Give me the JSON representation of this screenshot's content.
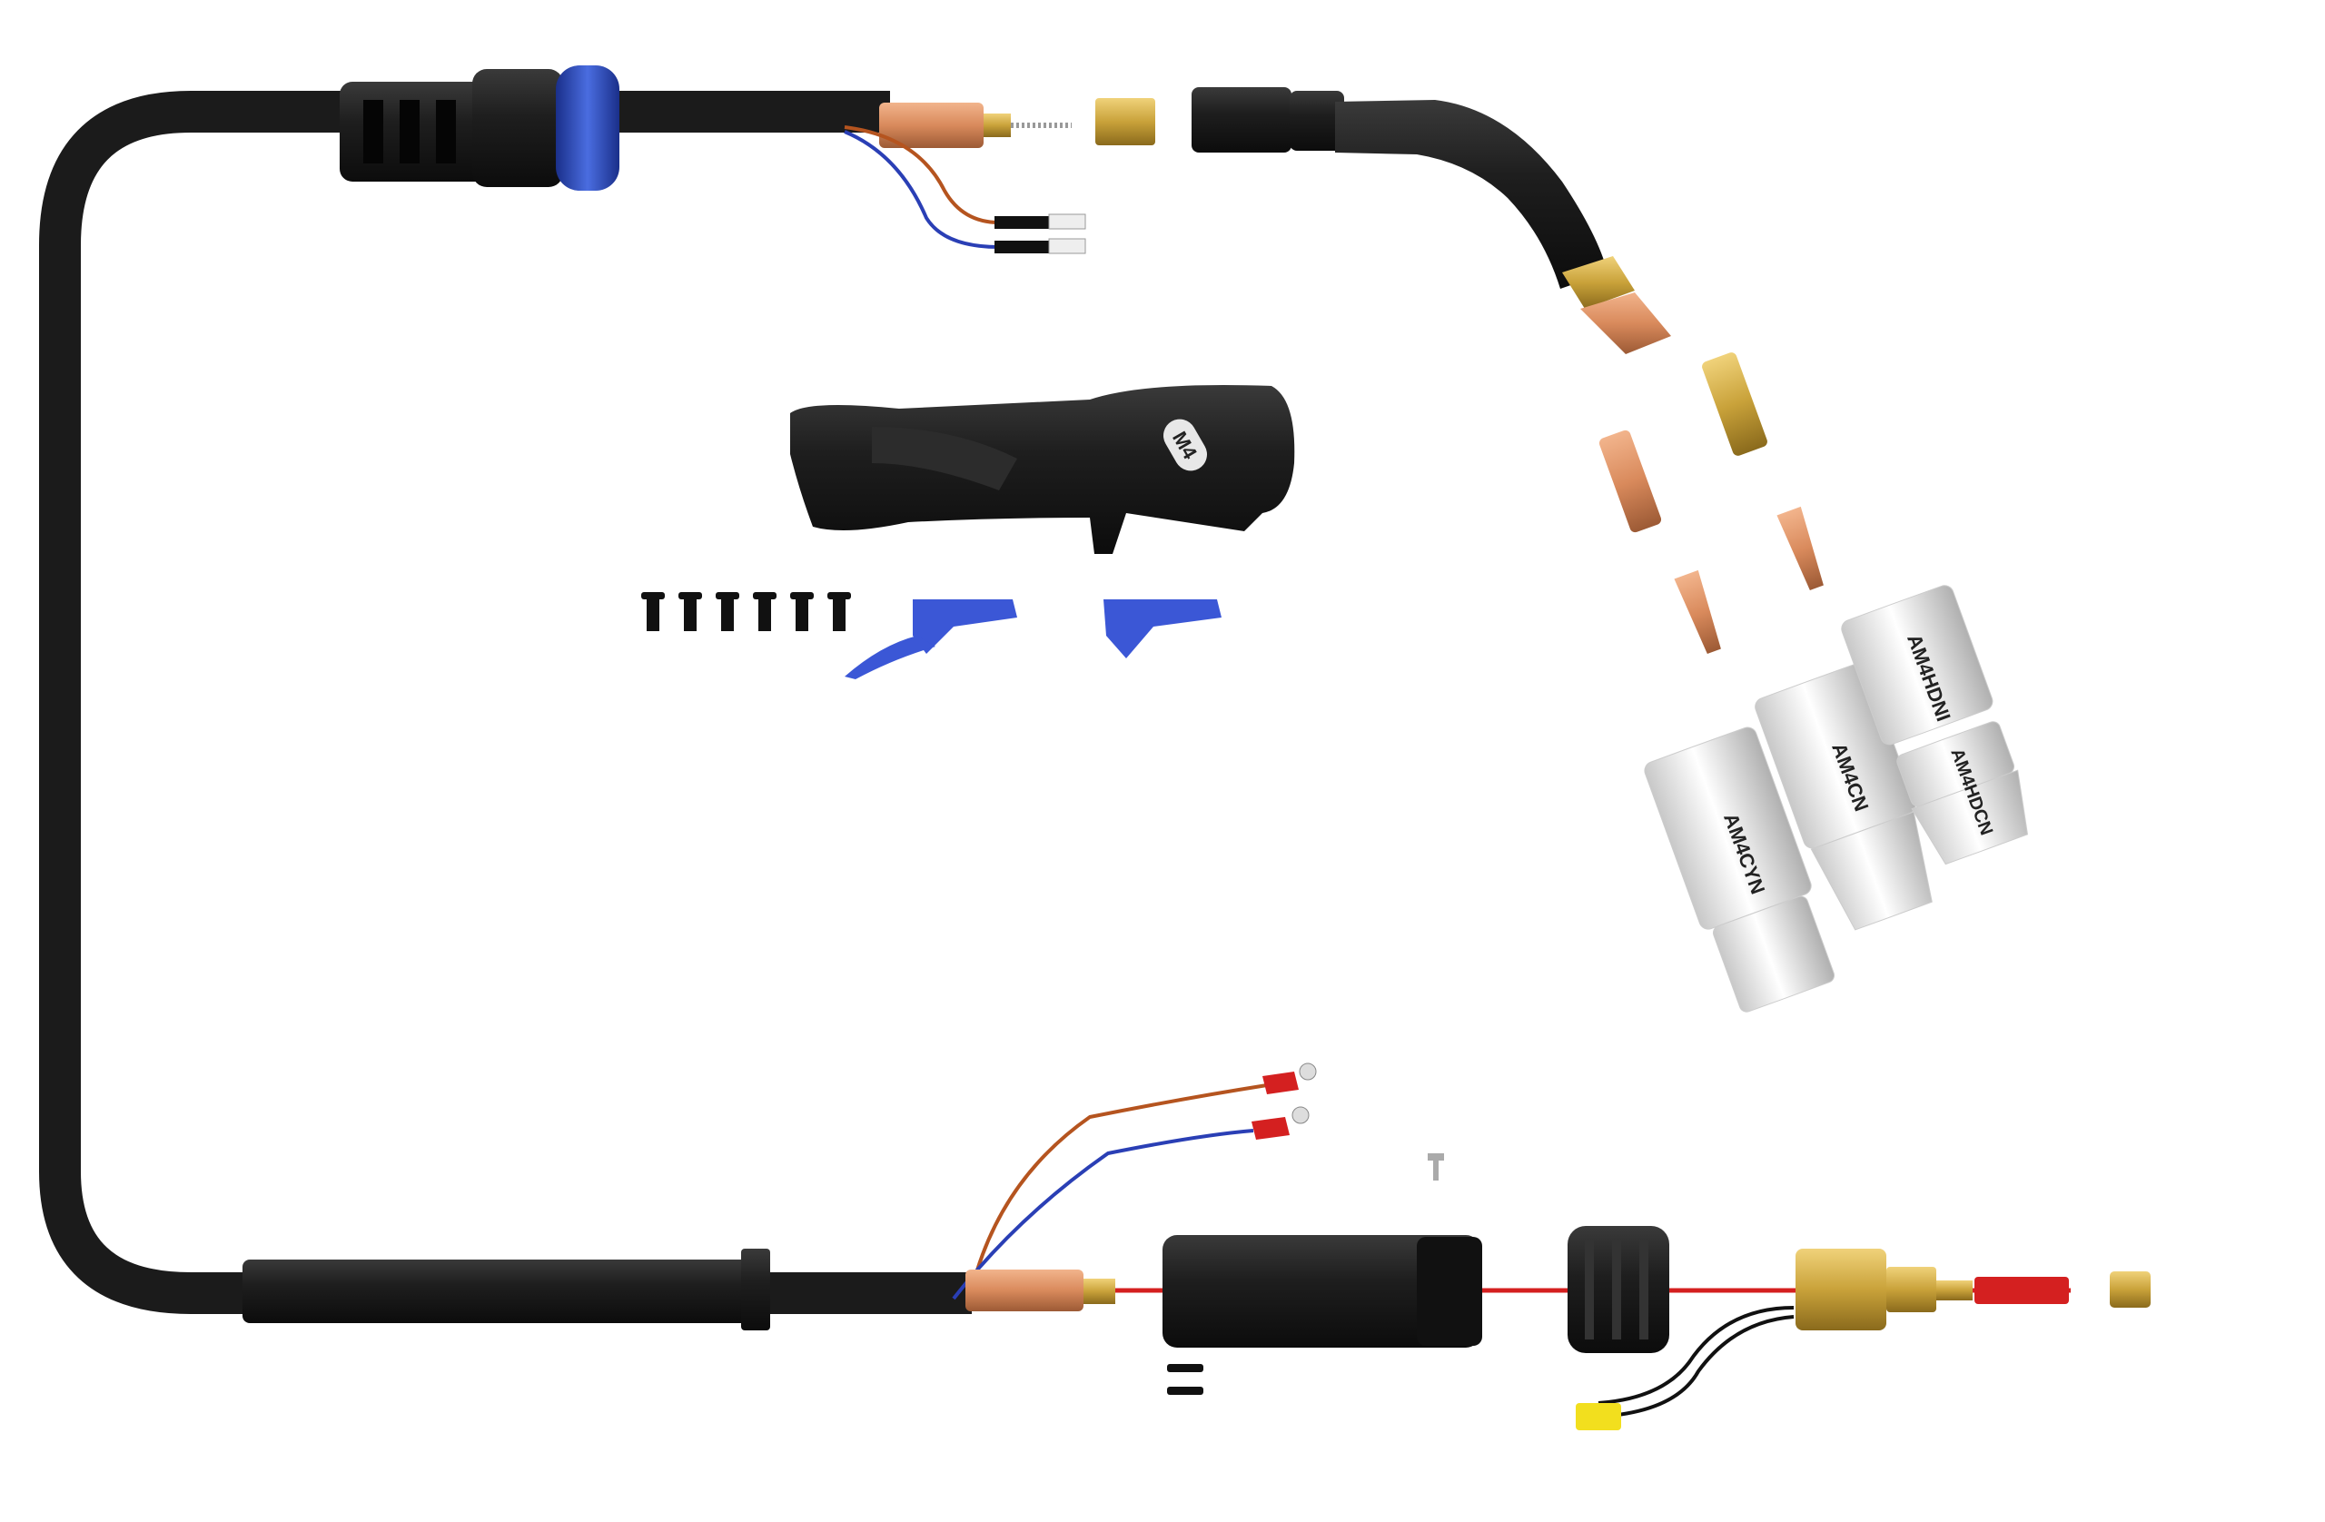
{
  "handle": {
    "badge": "M4"
  },
  "nozzles": [
    {
      "label": "AM4CYN"
    },
    {
      "label": "AM4CN"
    },
    {
      "label": "AM4HDNI"
    },
    {
      "label": "AM4HDCN"
    }
  ],
  "colors": {
    "cable": "#1b1b1b",
    "copper": "#d98a5c",
    "brass": "#c9a23a",
    "trigger_blue": "#3b57d6",
    "liner_red": "#d42020",
    "nozzle_silver": "#e6e6e6"
  }
}
